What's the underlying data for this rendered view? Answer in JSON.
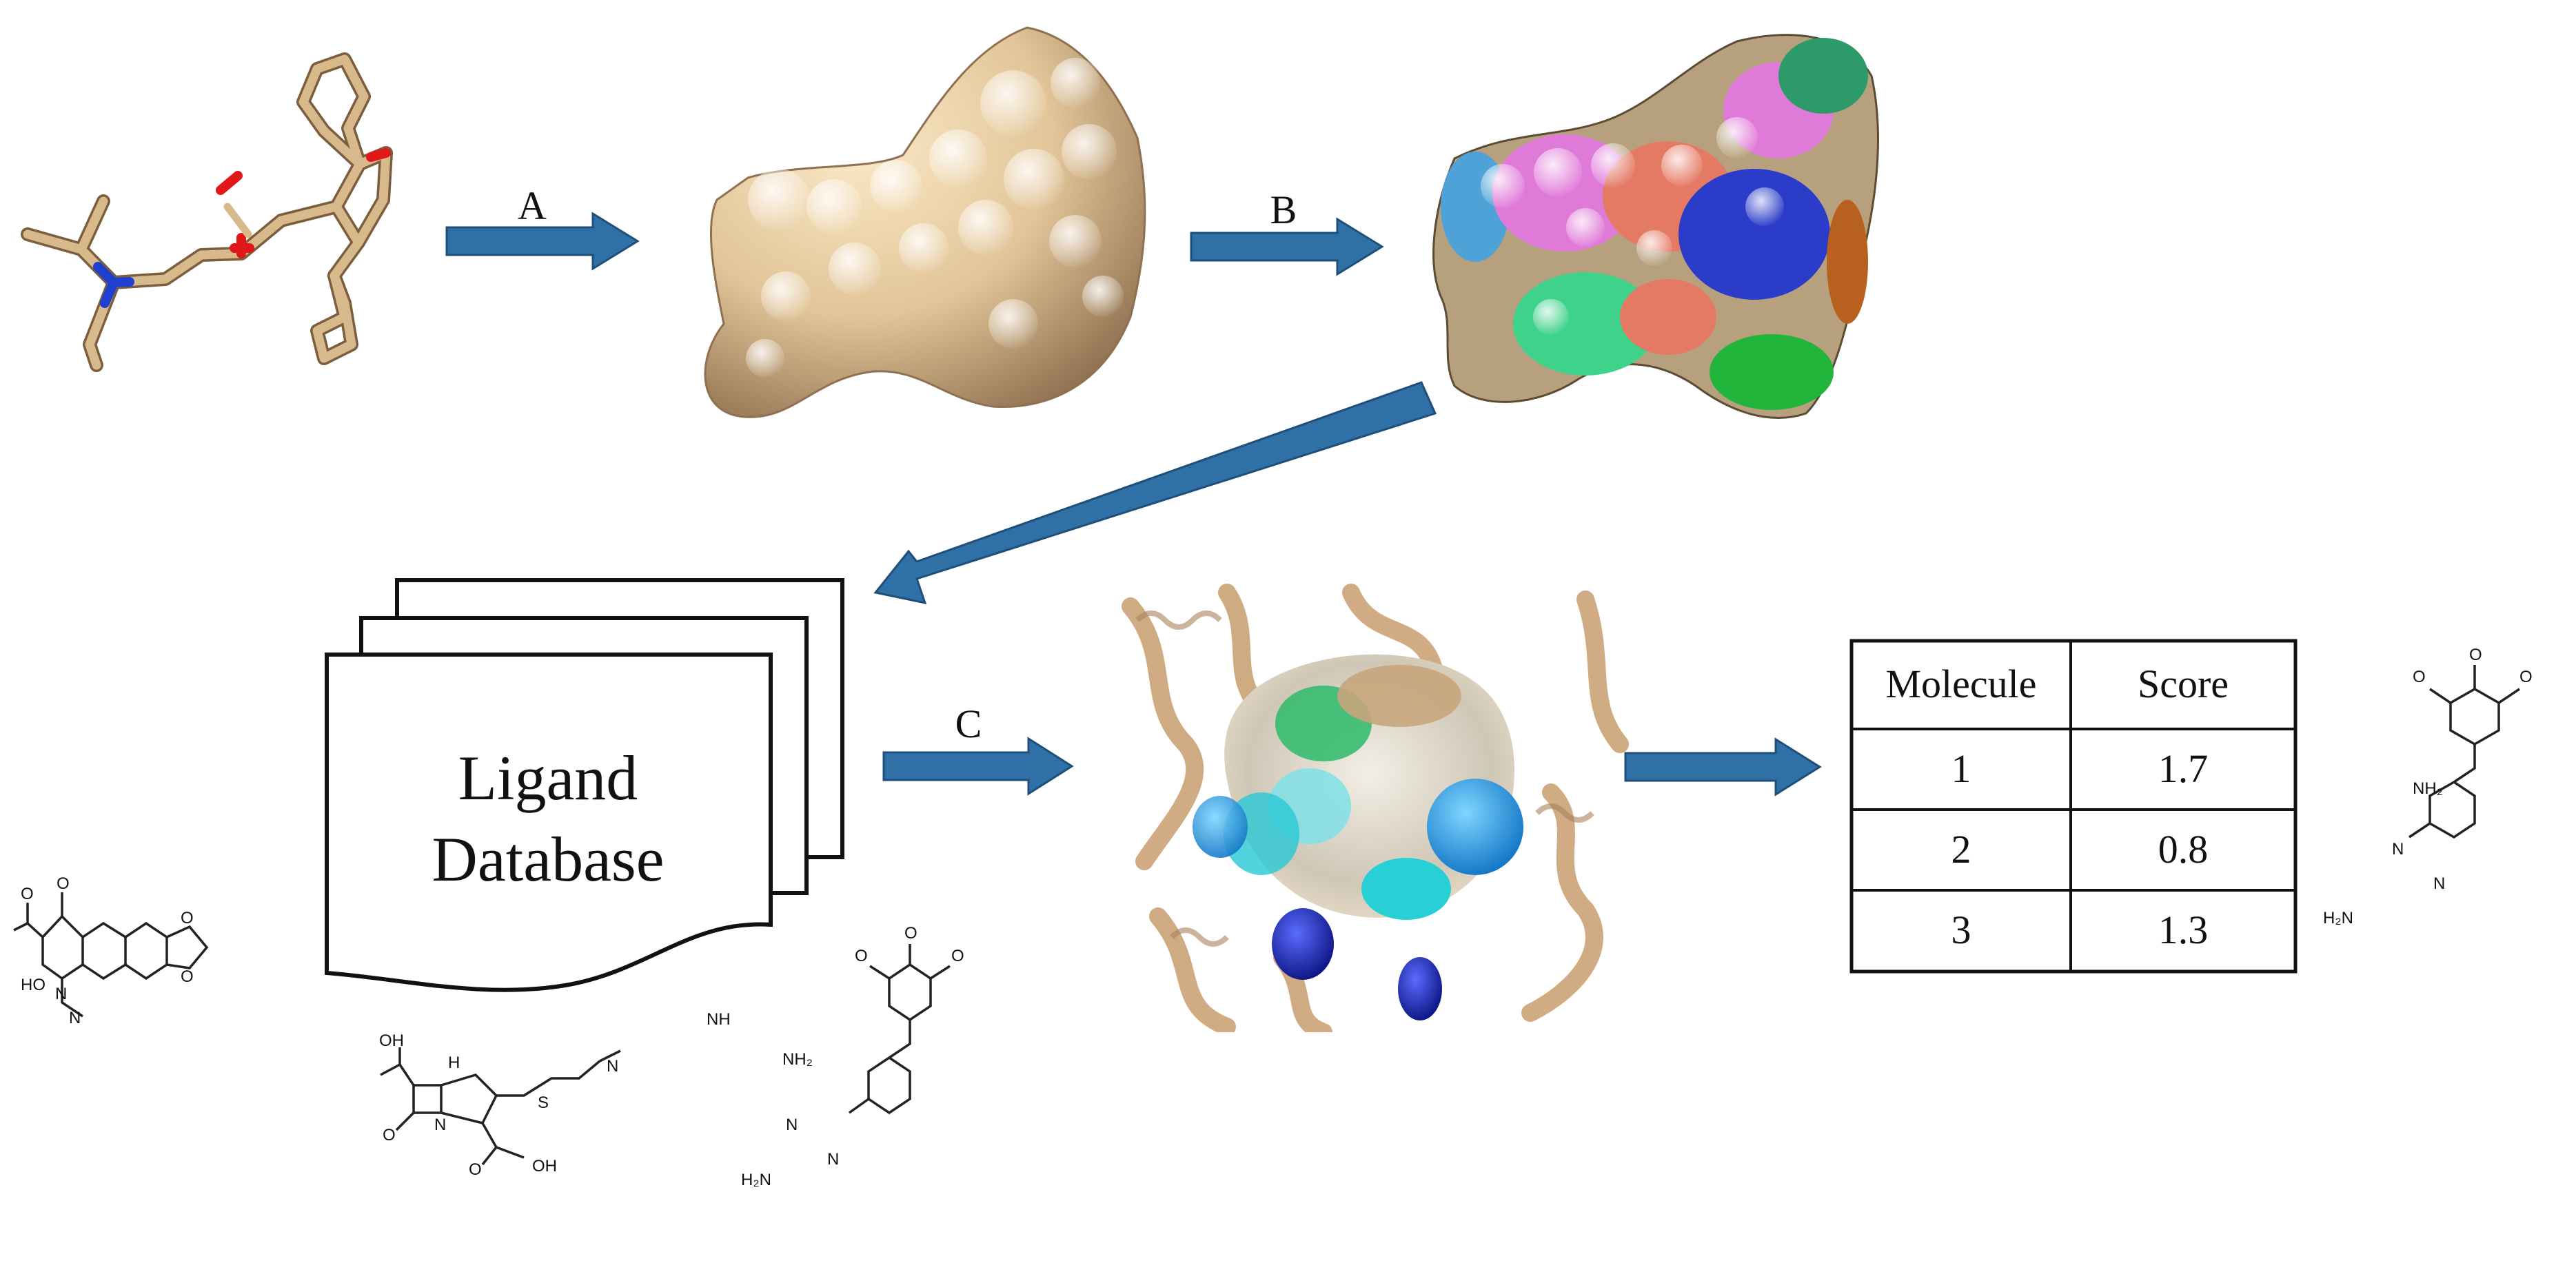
{
  "steps": {
    "a": "A",
    "b": "B",
    "c": "C"
  },
  "database": {
    "line1": "Ligand",
    "line2": "Database"
  },
  "score_table": {
    "headers": [
      "Molecule",
      "Score"
    ],
    "rows": [
      {
        "molecule": "1",
        "score": "1.7"
      },
      {
        "molecule": "2",
        "score": "0.8"
      },
      {
        "molecule": "3",
        "score": "1.3"
      }
    ]
  },
  "chem_labels": {
    "ho": "HO",
    "o": "O",
    "n": "N",
    "nh": "NH",
    "oh": "OH",
    "h": "H",
    "s": "S",
    "nh2": "NH₂",
    "h2n": "H₂N"
  },
  "colors": {
    "arrow": "#2f71a6",
    "surface": "#e2c598",
    "ribbon": "#cda77c",
    "pocket_blue": "#2a3cc8",
    "pocket_cyan": "#28d0d6",
    "pocket_green": "#2dbb6a",
    "pocket_pink": "#e07ad8",
    "pocket_salmon": "#e57a64"
  }
}
